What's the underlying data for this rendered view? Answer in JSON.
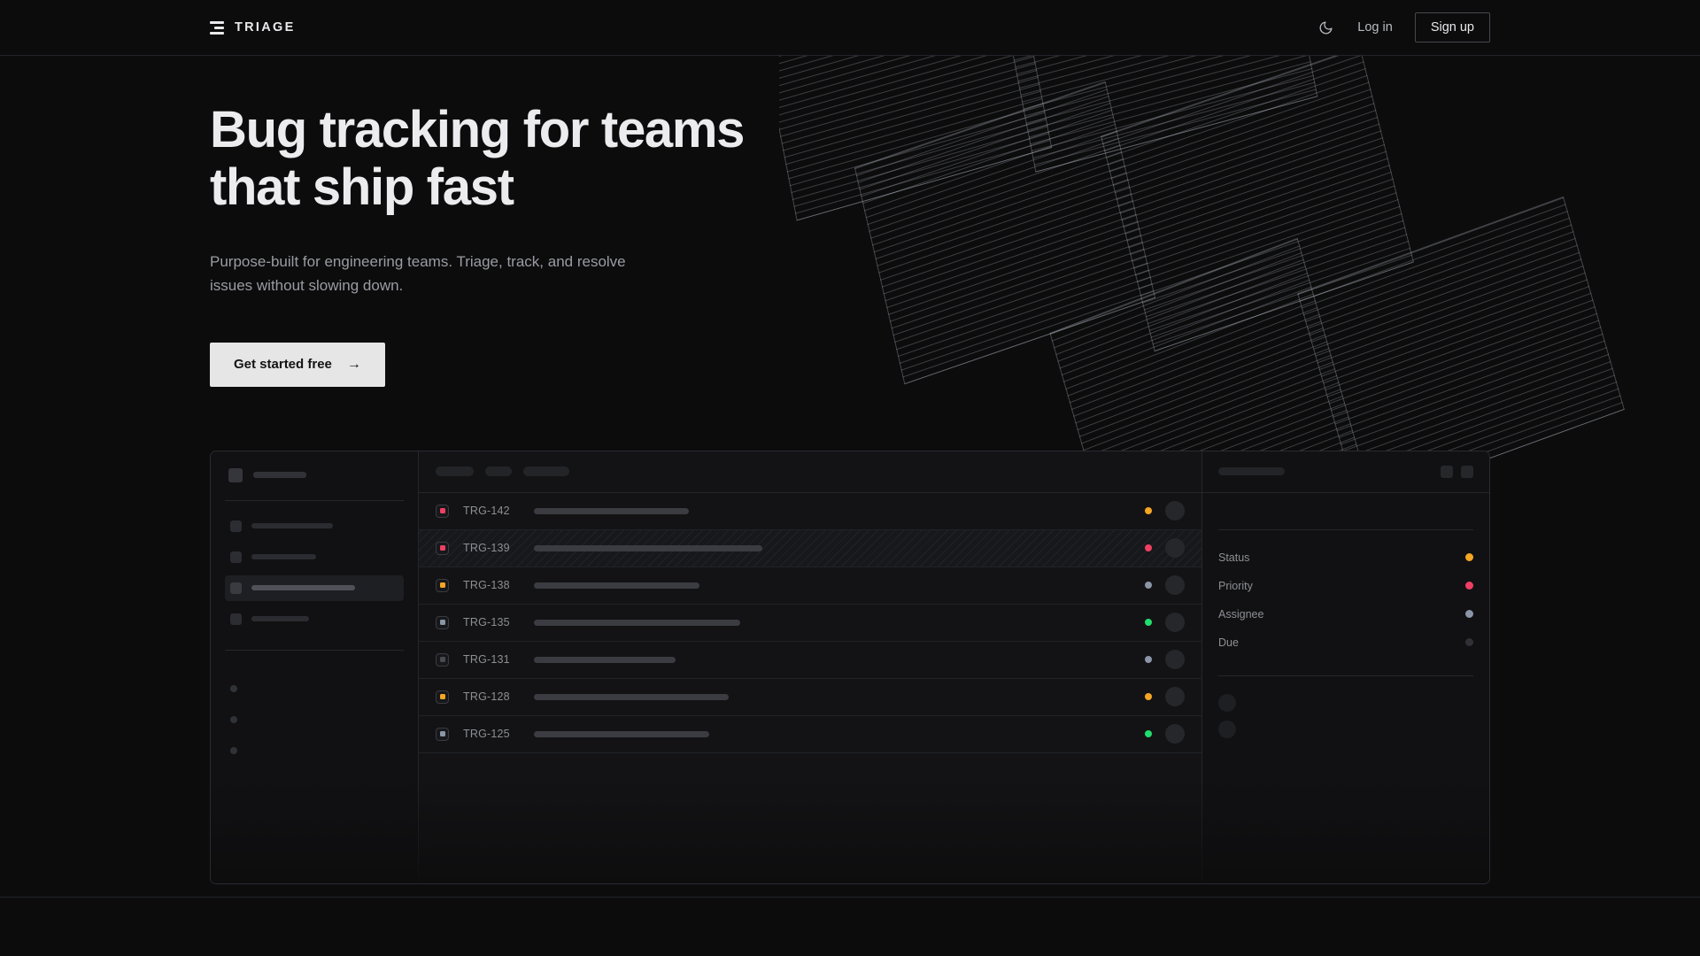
{
  "brand": {
    "name": "TRIAGE",
    "mark_icon": "triage-bars-icon"
  },
  "header": {
    "theme_toggle_icon": "moon-icon",
    "login_label": "Log in",
    "signup_label": "Sign up"
  },
  "hero": {
    "heading_line1": "Bug tracking for teams",
    "heading_line2": "that ship fast",
    "subtitle": "Purpose-built for engineering teams. Triage, track, and resolve issues without slowing down.",
    "cta_label": "Get started free",
    "cta_arrow": "→"
  },
  "colors": {
    "page_bg": "#0c0c0d",
    "surface": "#131315",
    "border": "#2a2b30",
    "text_primary": "#ececee",
    "text_muted": "#9a9ca2",
    "cta_bg": "#e6e6e6",
    "status_orange": "#f5a623",
    "status_pink": "#ef3f63",
    "status_green": "#22dd6e",
    "status_blue_gray": "#8b95a8",
    "status_dim": "#3a3b41"
  },
  "app_mock": {
    "sidebar": {
      "workspace_icon": "workspace-square-icon",
      "nav_items": [
        {
          "active": false,
          "width": 92
        },
        {
          "active": false,
          "width": 73
        },
        {
          "active": true,
          "width": 117
        },
        {
          "active": false,
          "width": 65
        }
      ],
      "projects_count": 3
    },
    "list": {
      "toolbar_pills": [
        43,
        30,
        52
      ],
      "rows": [
        {
          "key": "TRG-142",
          "priority_color": "#ef3f63",
          "status_color": "#f5a623",
          "title_width": 175,
          "highlighted": false
        },
        {
          "key": "TRG-139",
          "priority_color": "#ef3f63",
          "status_color": "#ef3f63",
          "title_width": 258,
          "highlighted": true
        },
        {
          "key": "TRG-138",
          "priority_color": "#f5a623",
          "status_color": "#8b95a8",
          "title_width": 187,
          "highlighted": false
        },
        {
          "key": "TRG-135",
          "priority_color": "#8b95a8",
          "status_color": "#22dd6e",
          "title_width": 233,
          "highlighted": false
        },
        {
          "key": "TRG-131",
          "priority_color": "#4a4b51",
          "status_color": "#8b95a8",
          "title_width": 160,
          "highlighted": false
        },
        {
          "key": "TRG-128",
          "priority_color": "#f5a623",
          "status_color": "#f5a623",
          "title_width": 220,
          "highlighted": false
        },
        {
          "key": "TRG-125",
          "priority_color": "#8b95a8",
          "status_color": "#22dd6e",
          "title_width": 198,
          "highlighted": false
        }
      ]
    },
    "detail": {
      "header_buttons": [
        "detail-action-1",
        "detail-action-2"
      ],
      "properties": [
        {
          "label": "Status",
          "color": "#f5a623"
        },
        {
          "label": "Priority",
          "color": "#ef3f63"
        },
        {
          "label": "Assignee",
          "color": "#8b95a8"
        },
        {
          "label": "Due",
          "color": "#303136"
        }
      ],
      "activity_avatars": 2
    }
  }
}
